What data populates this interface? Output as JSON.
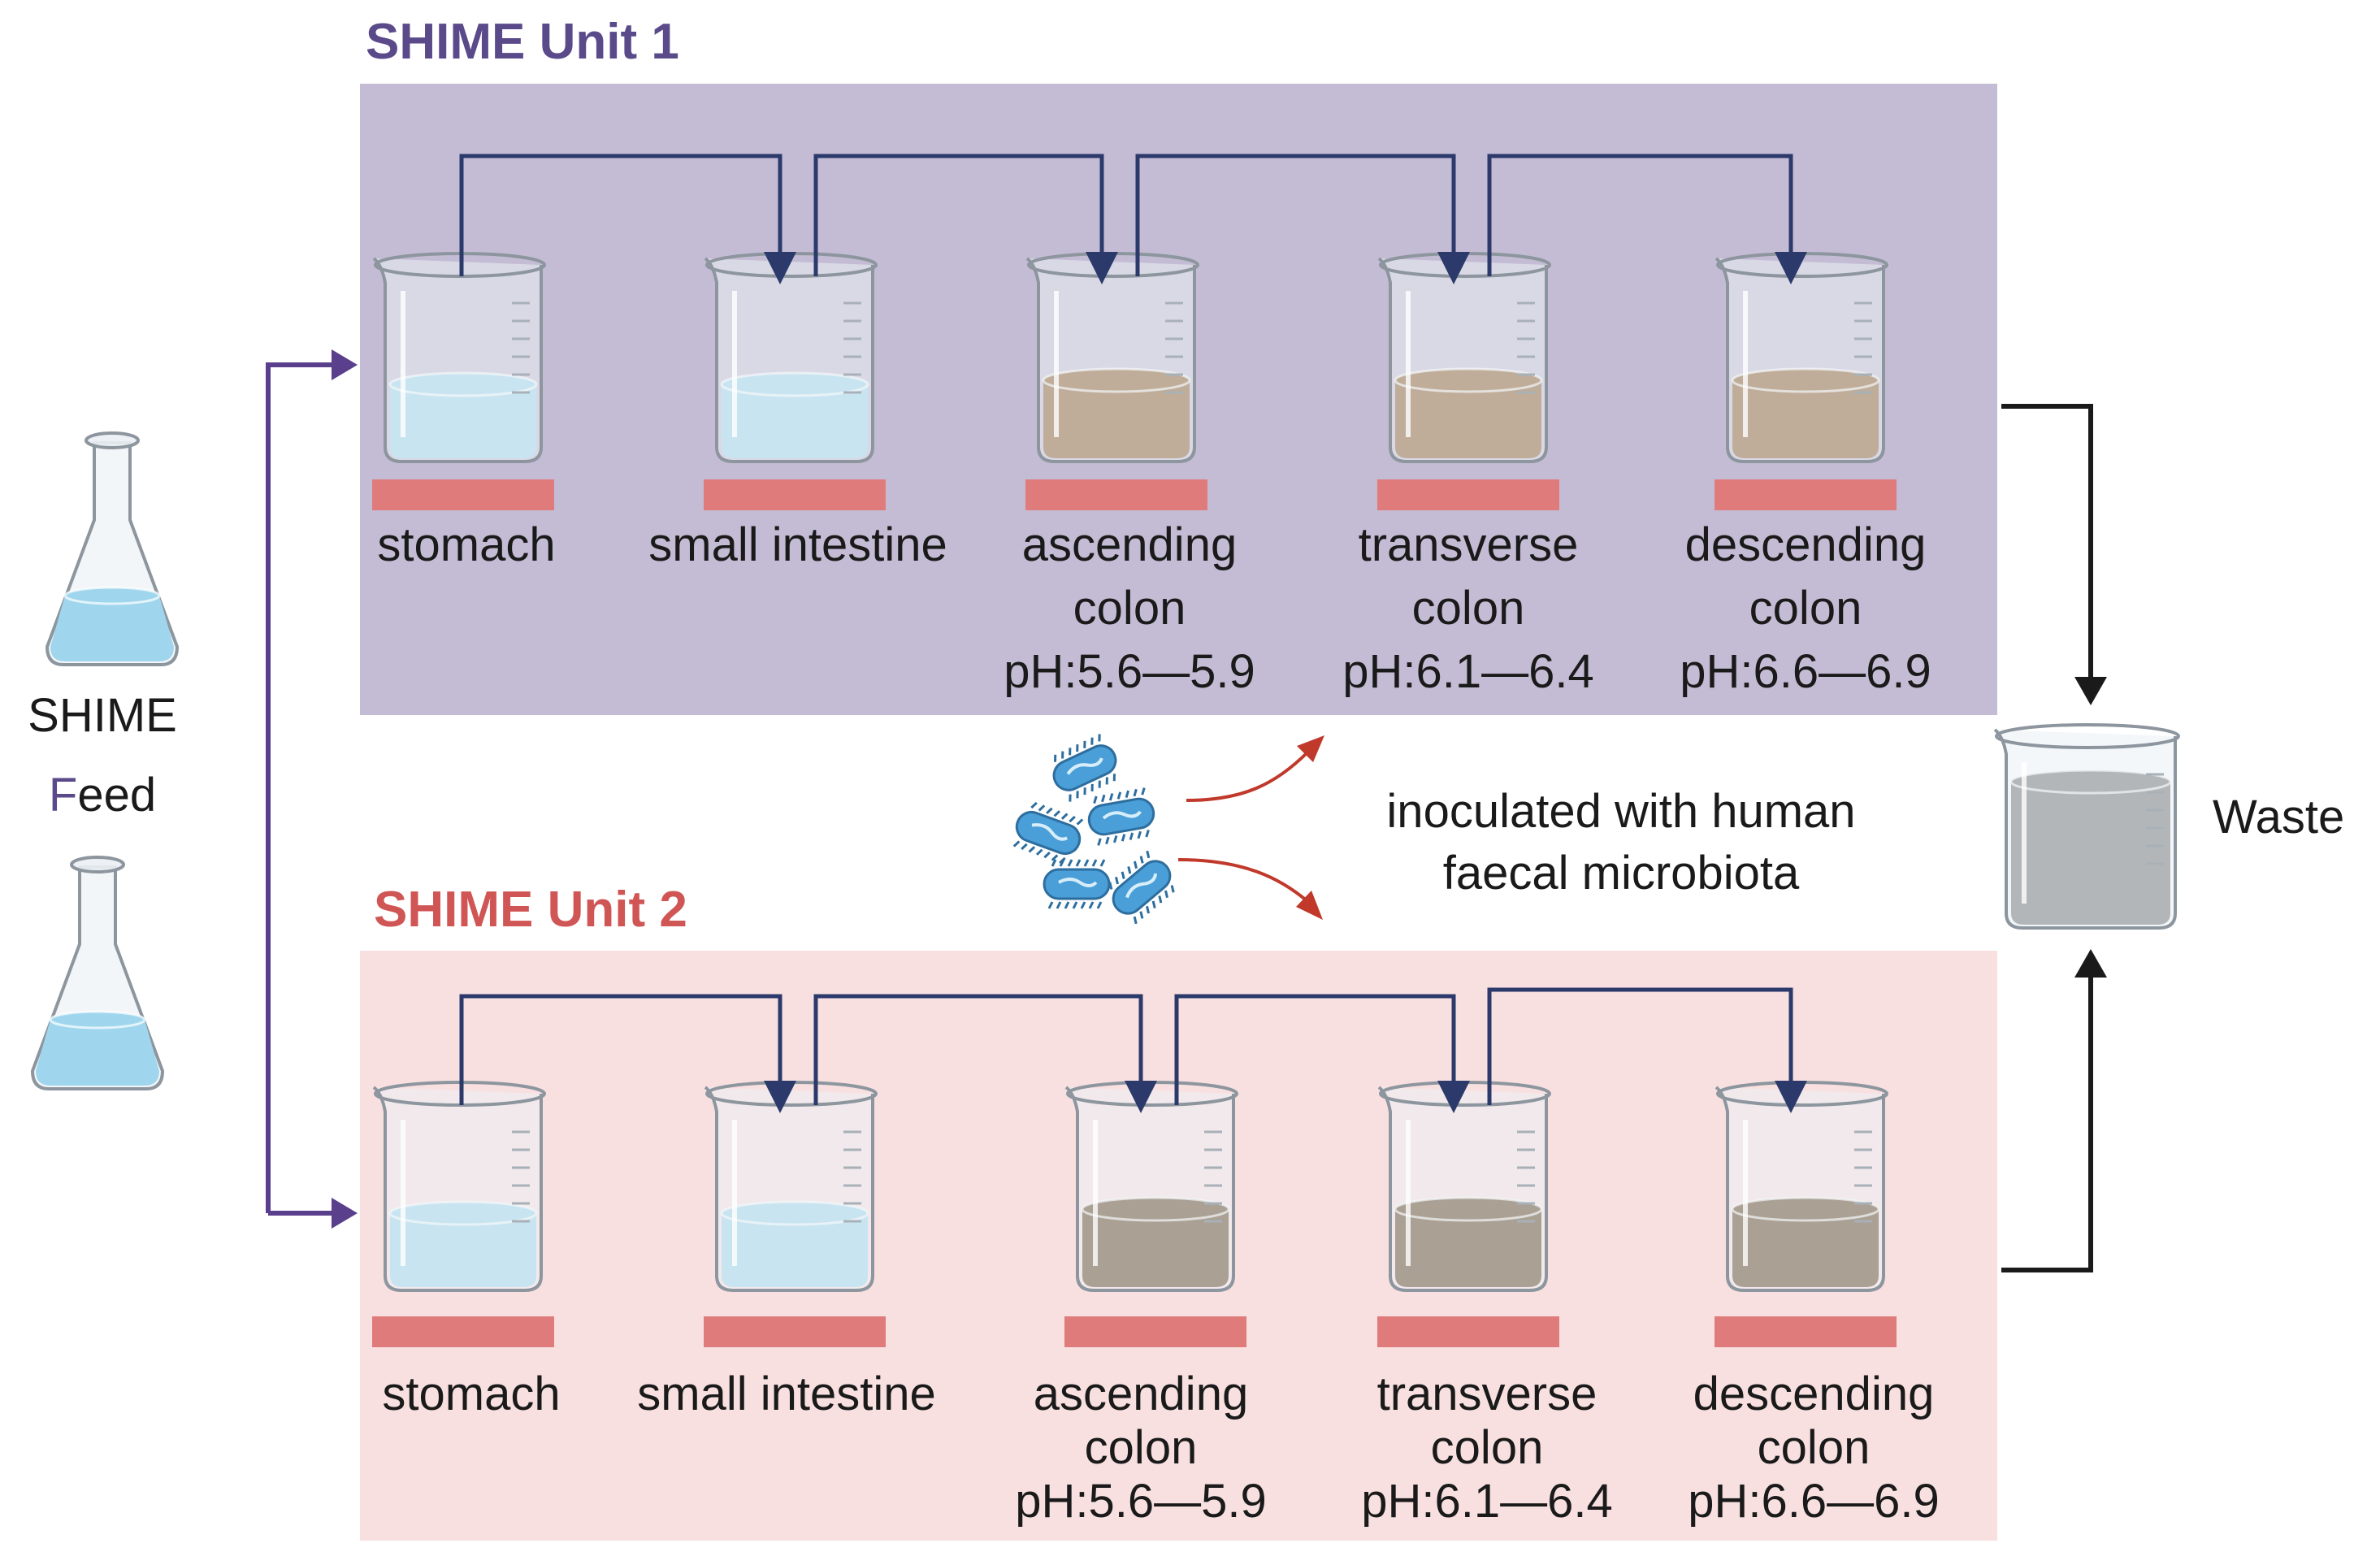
{
  "units": [
    {
      "title": "SHIME Unit 1",
      "title_color": "#5a4a8a",
      "panel_color": "#c4bcd4",
      "vessels": [
        {
          "name": "stomach",
          "lines": [
            "stomach"
          ],
          "liquid": "blue"
        },
        {
          "name": "small-intestine",
          "lines": [
            "small intestine"
          ],
          "liquid": "blue"
        },
        {
          "name": "ascending-colon",
          "lines": [
            "ascending",
            "colon",
            "pH:5.6—5.9"
          ],
          "liquid": "brown"
        },
        {
          "name": "transverse-colon",
          "lines": [
            "transverse",
            "colon",
            "pH:6.1—6.4"
          ],
          "liquid": "brown"
        },
        {
          "name": "descending-colon",
          "lines": [
            "descending",
            "colon",
            "pH:6.6—6.9"
          ],
          "liquid": "brown"
        }
      ]
    },
    {
      "title": "SHIME Unit 2",
      "title_color": "#d05555",
      "panel_color": "#f9e0e0",
      "vessels": [
        {
          "name": "stomach",
          "lines": [
            "stomach"
          ],
          "liquid": "blue"
        },
        {
          "name": "small-intestine",
          "lines": [
            "small intestine"
          ],
          "liquid": "blue"
        },
        {
          "name": "ascending-colon",
          "lines": [
            "ascending",
            "colon",
            "pH:5.6—5.9"
          ],
          "liquid": "darkbrown"
        },
        {
          "name": "transverse-colon",
          "lines": [
            "transverse",
            "colon",
            "pH:6.1—6.4"
          ],
          "liquid": "darkbrown"
        },
        {
          "name": "descending-colon",
          "lines": [
            "descending",
            "colon",
            "pH:6.6—6.9"
          ],
          "liquid": "darkbrown"
        }
      ]
    }
  ],
  "feed": {
    "line1": "SHIME",
    "line2_initial": "F",
    "line2_rest": "eed"
  },
  "inoculation": {
    "line1": "inoculated with human",
    "line2": "faecal microbiota"
  },
  "waste": {
    "label": "Waste"
  },
  "colors": {
    "flow_arrow": "#2b3a6b",
    "feed_arrow": "#5a3f8c",
    "waste_arrow": "#1a1a1a",
    "inoc_arrow": "#c0392b",
    "label_bar": "#e07b7b",
    "liquid_blue": "#9fd6ee",
    "liquid_brown": "#8a5a2c",
    "liquid_darkbrown": "#5c3e1e",
    "waste_liquid": "#6f6f6f",
    "bacteria": "#4a9fd8"
  }
}
